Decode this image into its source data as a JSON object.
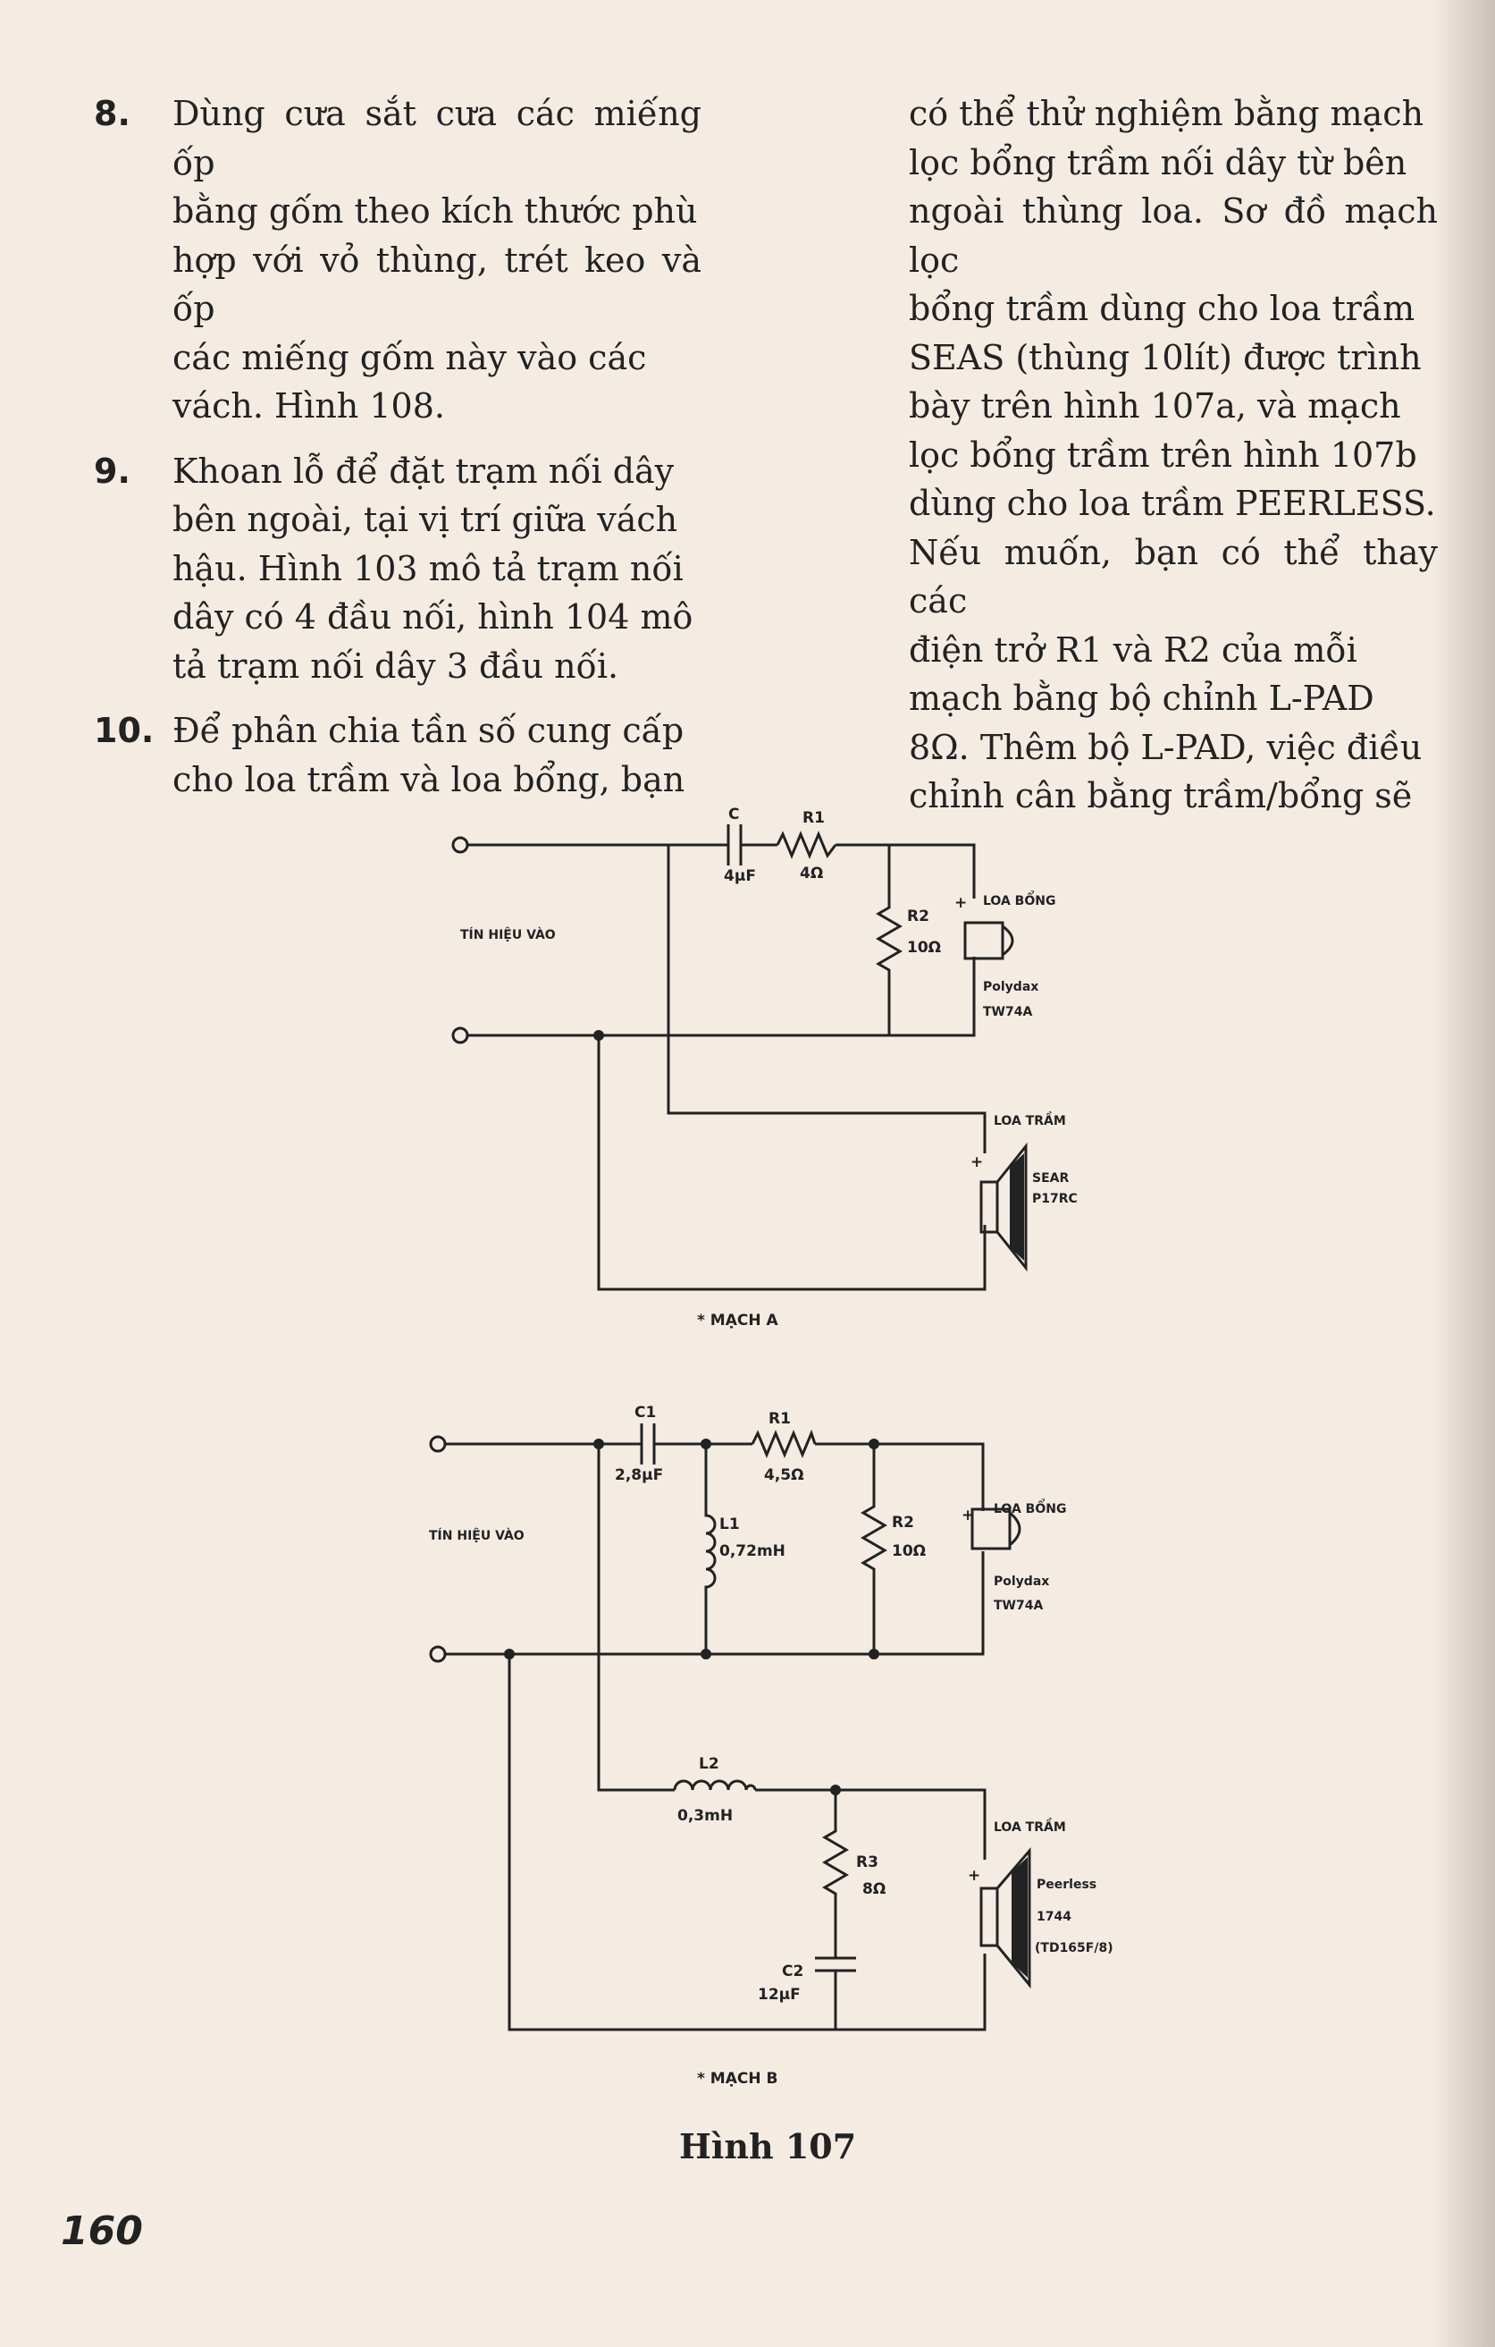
{
  "left_column": {
    "items": [
      {
        "number": "8.",
        "lines": [
          "Dùng cưa sắt cưa các miếng ốp",
          "bằng gốm theo kích thước phù",
          "hợp với vỏ thùng, trét keo và ốp",
          "các miếng gốm này vào các",
          "vách. Hình 108."
        ]
      },
      {
        "number": "9.",
        "lines": [
          "Khoan lỗ để đặt trạm nối dây",
          "bên ngoài, tại vị trí giữa vách",
          "hậu. Hình 103 mô tả trạm nối",
          "dây có 4 đầu nối, hình 104 mô",
          "tả trạm nối dây 3 đầu nối."
        ]
      },
      {
        "number": "10.",
        "lines": [
          "Để phân chia tần số cung cấp",
          "cho loa trầm và loa bổng, bạn"
        ]
      }
    ]
  },
  "right_column": {
    "lines": [
      "có thể thử nghiệm bằng mạch",
      "lọc bổng trầm nối dây từ bên",
      "ngoài thùng loa. Sơ đồ mạch lọc",
      "bổng trầm dùng cho loa trầm",
      "SEAS (thùng 10lít) được trình",
      "bày trên hình 107a, và mạch",
      "lọc bổng trầm trên hình 107b",
      "dùng cho loa trầm PEERLESS.",
      "Nếu muốn, bạn có thể thay các",
      "điện trở R1 và R2 của mỗi",
      "mạch bằng bộ chỉnh L-PAD",
      "8Ω. Thêm bộ L-PAD, việc điều",
      "chỉnh cân bằng trầm/bổng sẽ"
    ]
  },
  "circuit_a": {
    "c_label": "C",
    "c_value": "4μF",
    "r1_label": "R1",
    "r1_value": "4Ω",
    "r2_label": "R2",
    "r2_value": "10Ω",
    "input_label": "TÍN HIỆU VÀO",
    "tweeter_label": "LOA BỔNG",
    "tweeter_brand": "Polydax",
    "tweeter_model": "TW74A",
    "woofer_label": "LOA TRẦM",
    "woofer_brand": "SEAR",
    "woofer_model": "P17RC",
    "plus": "+",
    "title": "* MẠCH A"
  },
  "circuit_b": {
    "c1_label": "C1",
    "c1_value": "2,8μF",
    "r1_label": "R1",
    "r1_value": "4,5Ω",
    "l1_label": "L1",
    "l1_value": "0,72mH",
    "r2_label": "R2",
    "r2_value": "10Ω",
    "input_label": "TÍN HIỆU VÀO",
    "tweeter_label": "LOA BỔNG",
    "tweeter_brand": "Polydax",
    "tweeter_model": "TW74A",
    "l2_label": "L2",
    "l2_value": "0,3mH",
    "r3_label": "R3",
    "r3_value": "8Ω",
    "c2_label": "C2",
    "c2_value": "12μF",
    "woofer_label": "LOA TRẦM",
    "woofer_brand": "Peerless",
    "woofer_model": "1744",
    "woofer_code": "(TD165F/8)",
    "plus": "+",
    "title": "* MẠCH B"
  },
  "caption": "Hình 107",
  "page_number": "160"
}
